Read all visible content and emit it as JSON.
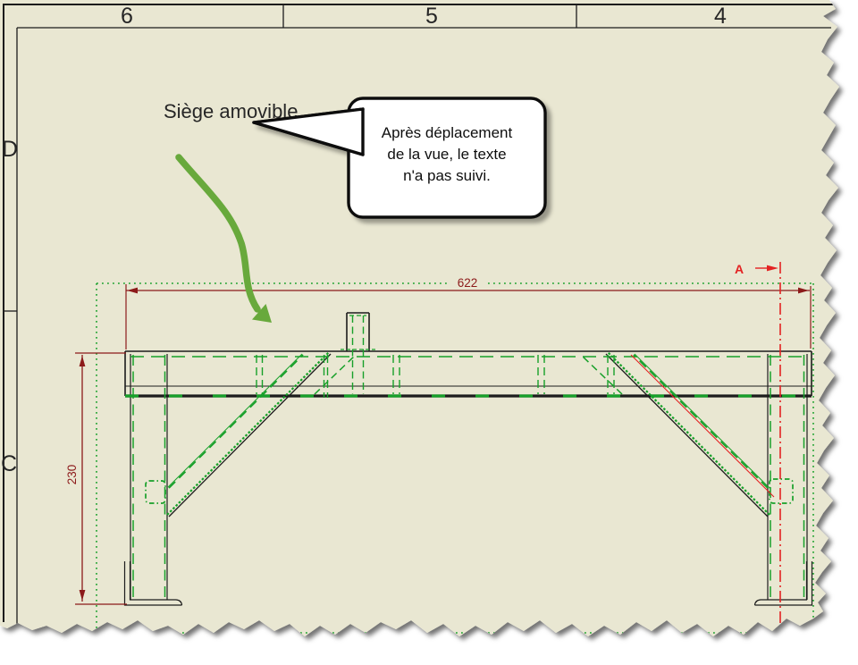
{
  "sheet": {
    "zone_columns": [
      "6",
      "5",
      "4"
    ],
    "zone_rows": [
      "D",
      "C"
    ]
  },
  "labels": {
    "view_label": "Siège amovible"
  },
  "callout": {
    "lines": [
      "Après déplacement",
      "de la vue, le texte",
      "n'a pas suivi."
    ]
  },
  "dimensions": {
    "length": "622",
    "height": "230"
  },
  "section": {
    "label": "A"
  },
  "colors": {
    "sheet_background": "#e9e7d2",
    "line_black": "#1c1c1c",
    "selection_green": "#17a029",
    "arrow_green": "#68a93c",
    "dimension_red": "#8c1a1a",
    "section_red": "#e32222",
    "callout_fill": "#ffffff"
  }
}
